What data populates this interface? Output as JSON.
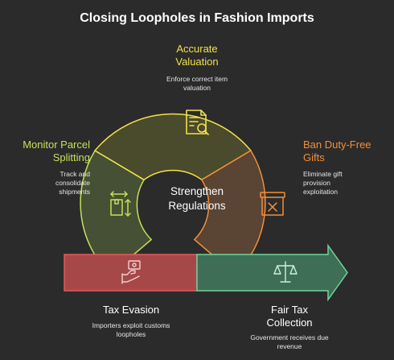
{
  "title": "Closing Loopholes in Fashion Imports",
  "center_label": "Strengthen Regulations",
  "segments": [
    {
      "key": "accurate_valuation",
      "heading": "Accurate Valuation",
      "description": "Enforce correct item valuation",
      "color": "#f2e14a",
      "fill": "#4a4a2c",
      "icon": "document-search-icon"
    },
    {
      "key": "ban_duty_free_gifts",
      "heading": "Ban Duty-Free Gifts",
      "description": "Eliminate gift provision exploitation",
      "color": "#f28f3a",
      "fill": "#5a4434",
      "icon": "cancelled-box-icon"
    },
    {
      "key": "monitor_parcel_splitting",
      "heading": "Monitor Parcel Splitting",
      "description": "Track and consolidate shipments",
      "color": "#c5e05a",
      "fill": "#465034",
      "icon": "package-resize-icon"
    }
  ],
  "bottom": {
    "left": {
      "heading": "Tax Evasion",
      "description": "Importers exploit customs loopholes",
      "color": "#e35a5a",
      "fill": "#a74848",
      "icon": "money-hand-icon"
    },
    "right": {
      "heading": "Fair Tax Collection",
      "description": "Government receives due revenue",
      "color": "#6fd49a",
      "fill": "#3e6e55",
      "icon": "scales-icon"
    }
  }
}
